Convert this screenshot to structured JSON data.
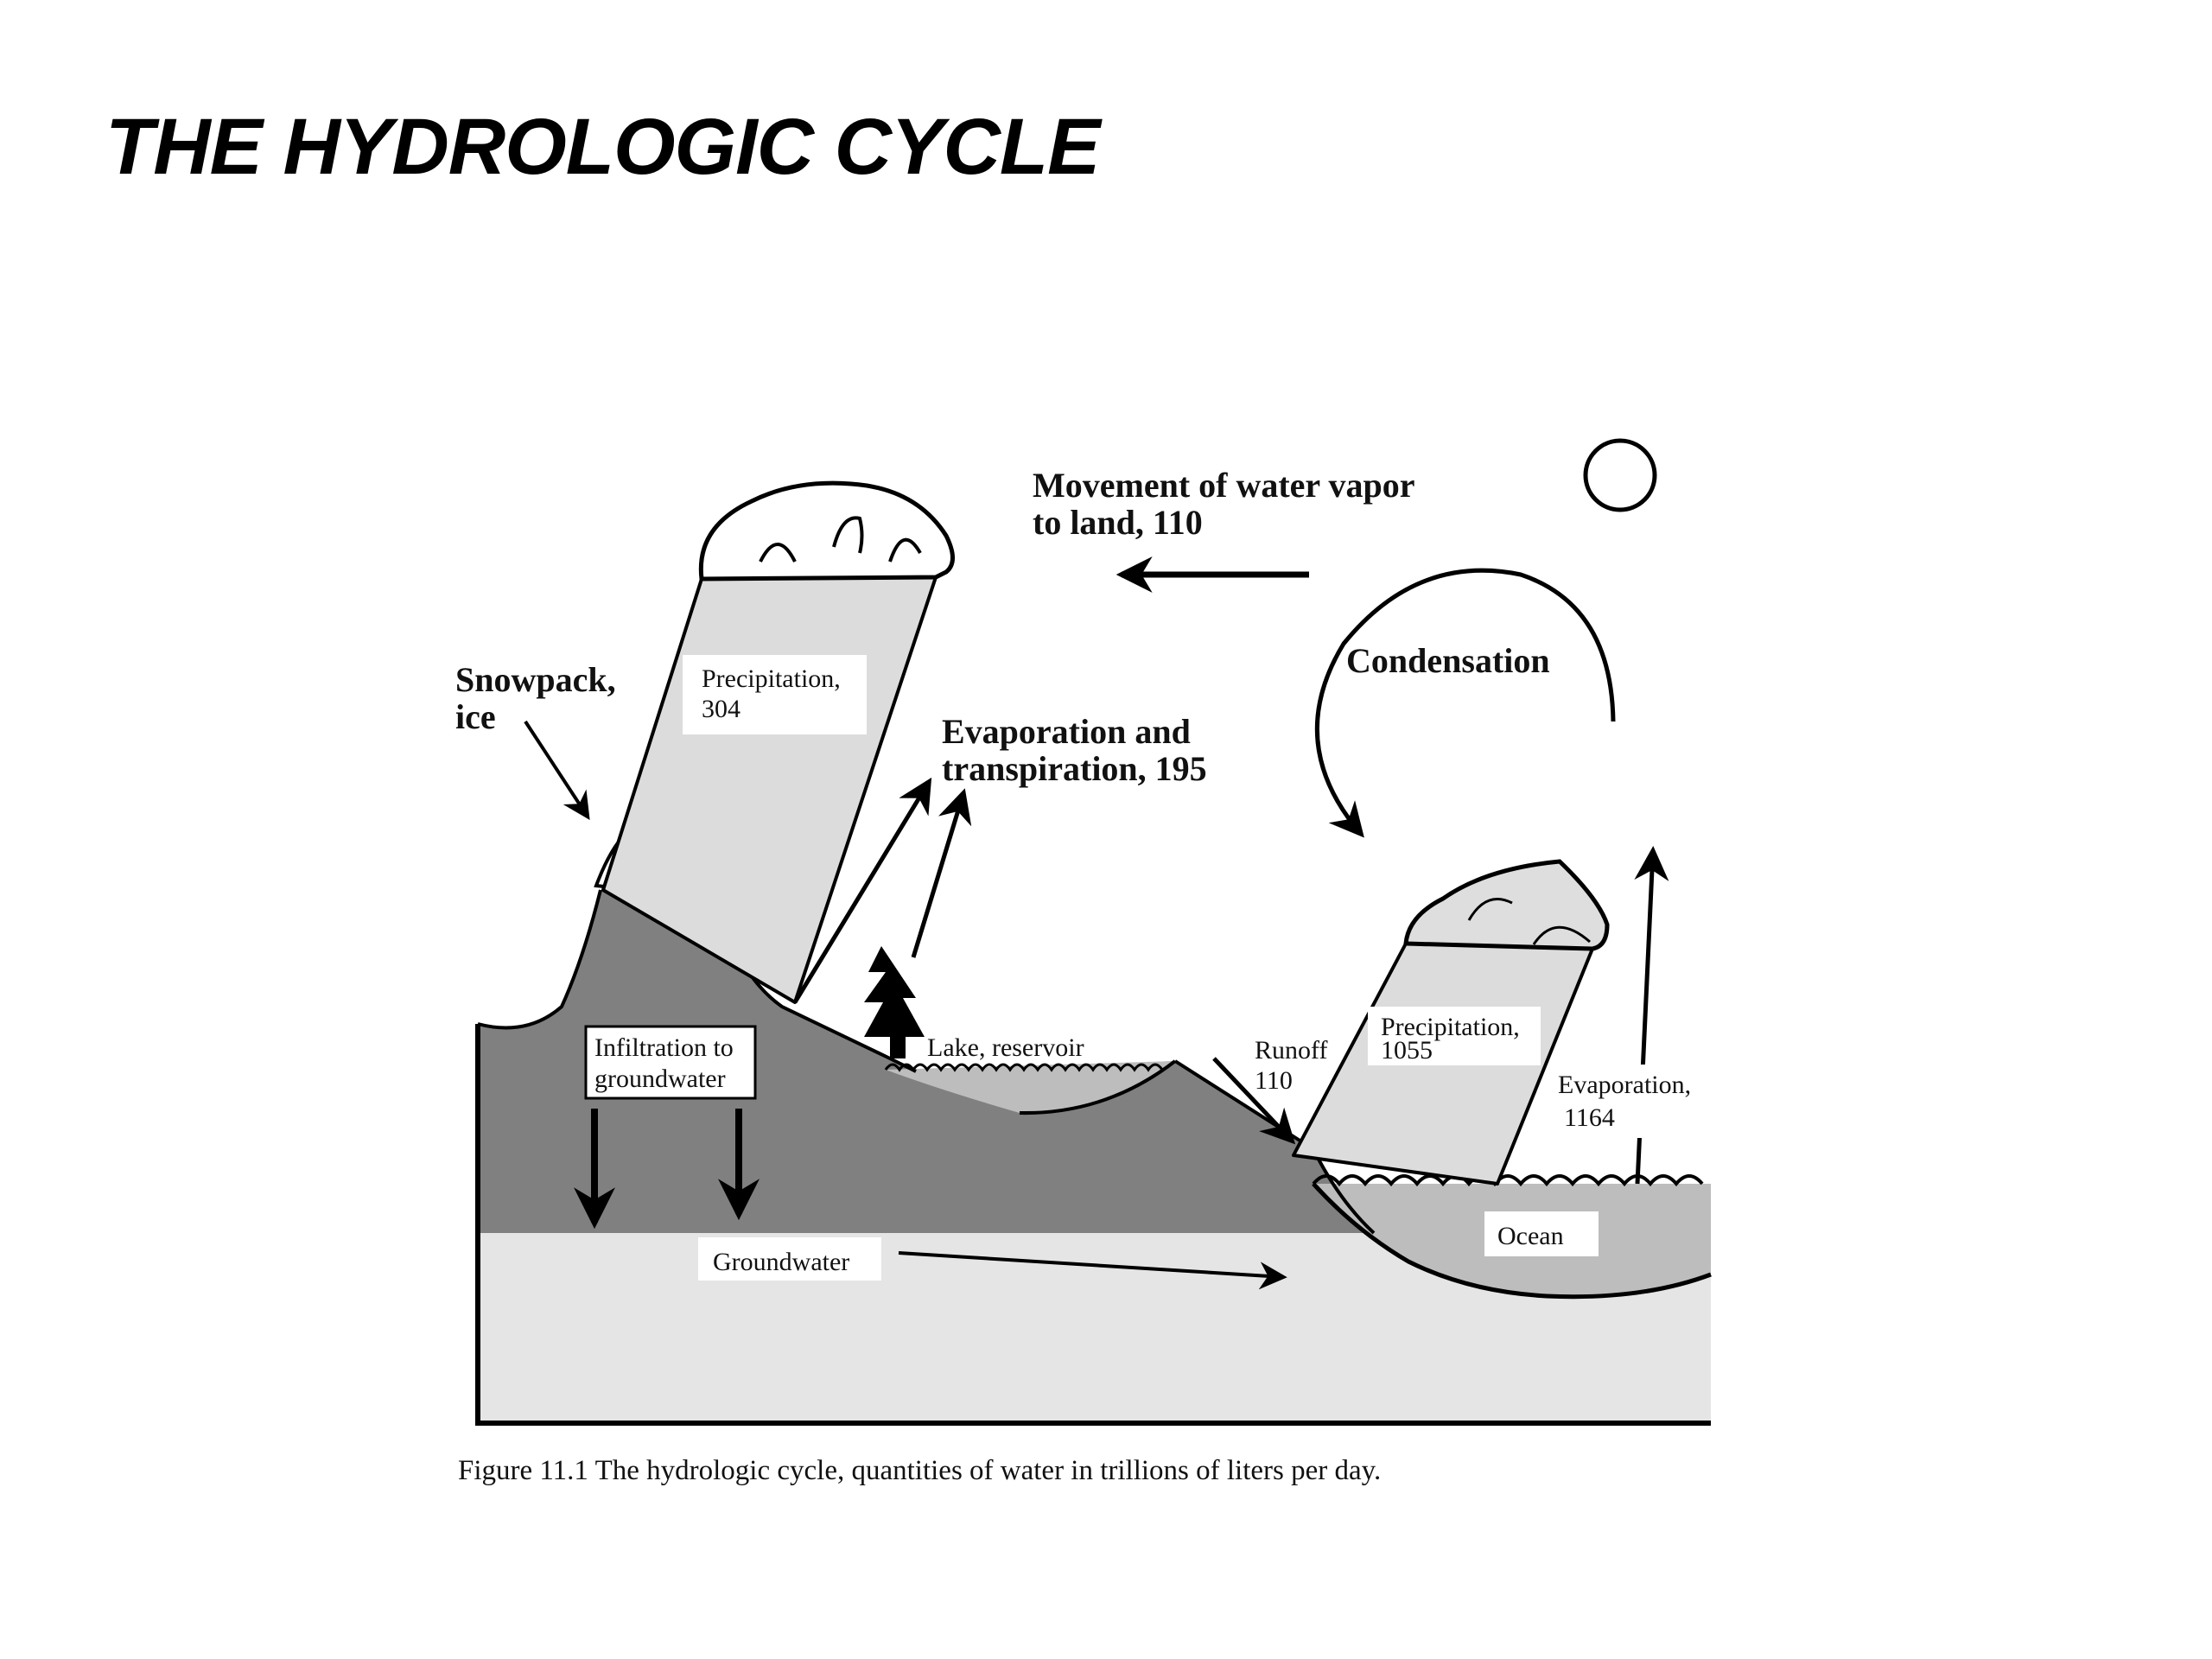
{
  "title": "THE HYDROLOGIC CYCLE",
  "labels": {
    "movement_line1": "Movement of water vapor",
    "movement_line2": "to  land, 110",
    "condensation": "Condensation",
    "snowpack_line1": "Snowpack,",
    "snowpack_line2": "ice",
    "precip_land_line1": "Precipitation,",
    "precip_land_line2": "304",
    "evap_trans_line1": "Evaporation and",
    "evap_trans_line2": "transpiration, 195",
    "infiltration_line1": "Infiltration to",
    "infiltration_line2": "groundwater",
    "lake": "Lake, reservoir",
    "runoff_line1": "Runoff",
    "runoff_line2": "110",
    "precip_ocean_line1": "Precipitation,",
    "precip_ocean_line2": "1055",
    "evap_ocean_line1": "Evaporation,",
    "evap_ocean_line2": "1164",
    "ocean": "Ocean",
    "groundwater": "Groundwater"
  },
  "caption": "Figure 11.1  The hydrologic cycle, quantities of water in trillions of liters per day."
}
